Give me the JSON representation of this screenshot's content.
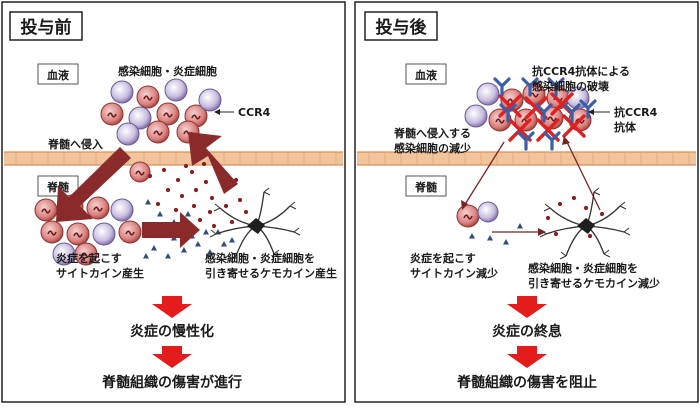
{
  "left": {
    "title": "投与前",
    "blood_label": "血液",
    "spinal_label": "脊髄",
    "infected_cells_label": "感染細胞・炎症細胞",
    "ccr4_label": "CCR4",
    "invasion_label": "脊髄へ侵入",
    "cytokine_label": [
      "炎症を起こす",
      "サイトカイン産生"
    ],
    "chemokine_label": [
      "感染細胞・炎症細胞を",
      "引き寄せるケモカイン産生"
    ],
    "result_1": "炎症の慢性化",
    "result_2": "脊髄組織の傷害が進行"
  },
  "right": {
    "title": "投与後",
    "blood_label": "血液",
    "spinal_label": "脊髄",
    "antibody_destroy_label": [
      "抗CCR4抗体による",
      "感染細胞の破壊"
    ],
    "antibody_label": [
      "抗CCR4",
      "抗体"
    ],
    "reduced_invasion_label": [
      "脊髄へ侵入する",
      "感染細胞の減少"
    ],
    "cytokine_label": [
      "炎症を起こす",
      "サイトカイン減少"
    ],
    "chemokine_label": [
      "感染細胞・炎症細胞を",
      "引き寄せるケモカイン減少"
    ],
    "result_1": "炎症の終息",
    "result_2": "脊髄組織の傷害を阻止"
  },
  "colors": {
    "red_cell": "#c9524f",
    "purple_cell": "#a99ac9",
    "big_arrow": "#8b2a2a",
    "result_arrow": "#e41c1c",
    "membrane": "#f2c49b",
    "antibody": "#3b5ea8",
    "cross": "#e02020"
  }
}
